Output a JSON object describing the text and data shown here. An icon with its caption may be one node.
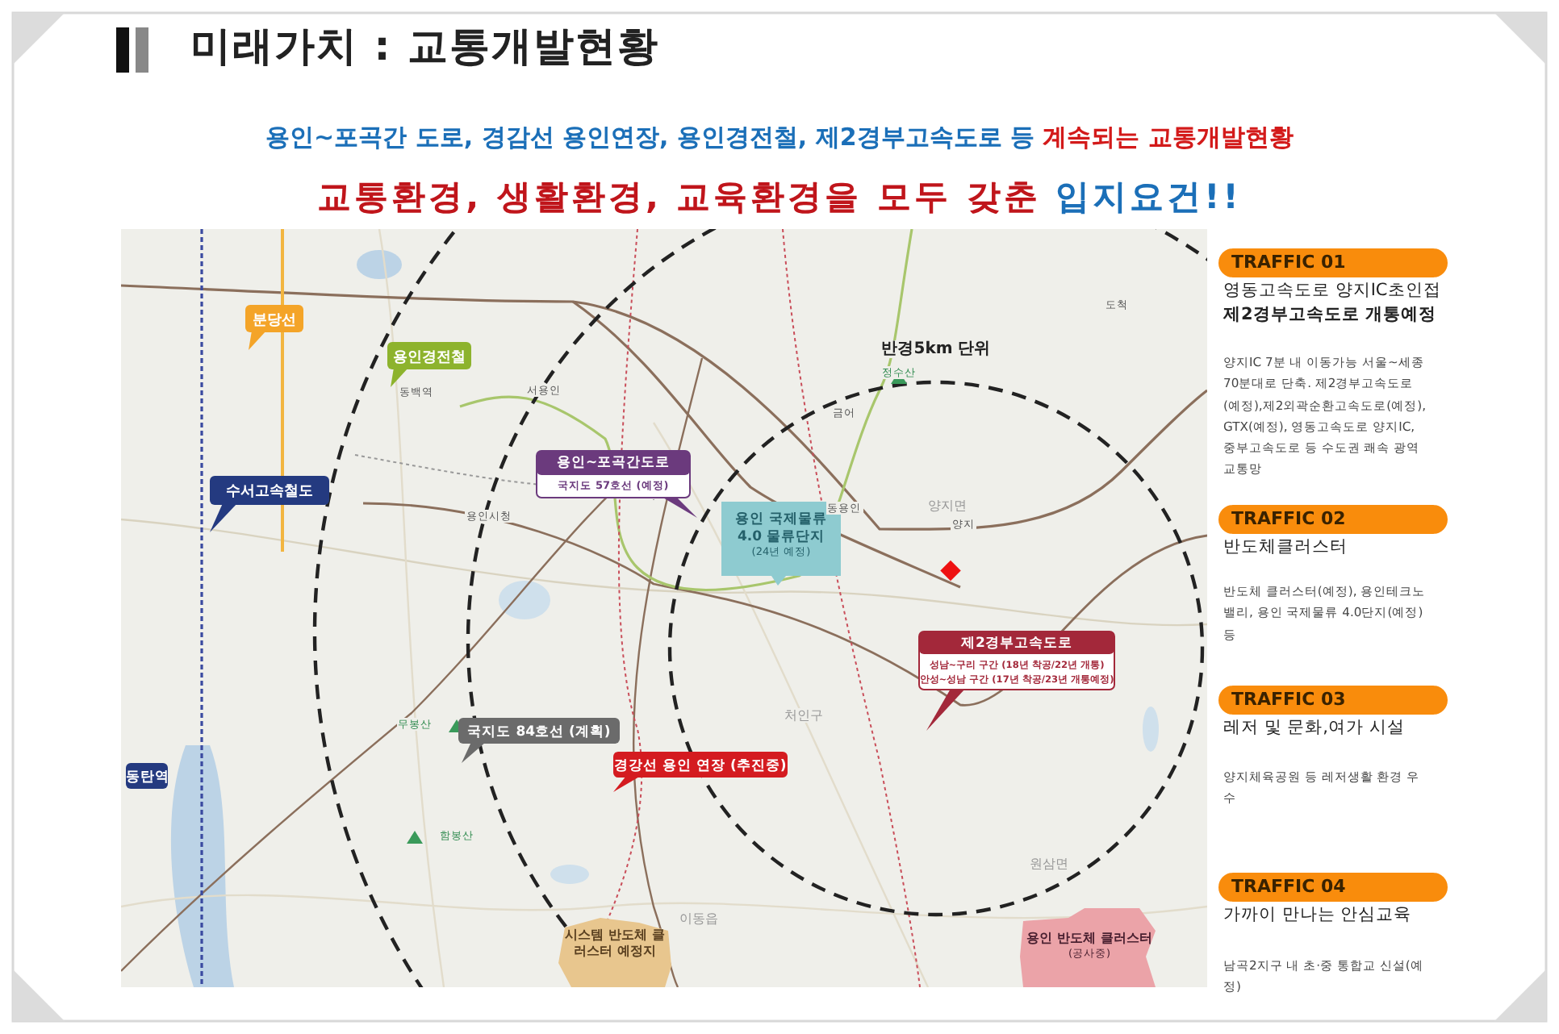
{
  "diagram": {
    "title": "미래가치 : 교통개발현황",
    "nodes": [
      {
        "text": [
          "분당선"
        ]
      },
      {
        "text": [
          "용인경전철"
        ]
      },
      {
        "text": [
          "수서고속철도"
        ]
      },
      {
        "text": [
          "용인~포곡간도로",
          "국지도 57호선 (예정)"
        ]
      },
      {
        "text": [
          "용인 국제물류4.0 물류단지",
          "(24년 예정)"
        ]
      },
      {
        "text": [
          "제2경부고속도로",
          "성남~구리 구간 (18년 착공/22년 개통)",
          "안성~성남 구간 (17년 착공/23년 개통예정)"
        ]
      },
      {
        "text": [
          "국지도 84호선 (계획)"
        ]
      },
      {
        "text": [
          "경강선 용인 연장 (추진중)"
        ]
      },
      {
        "text": [
          "동탄역"
        ]
      },
      {
        "text": [
          "시스템 반도체 클러스터 예정지"
        ]
      },
      {
        "text": [
          "용인 반도체 클러스터",
          "(공사중)"
        ]
      },
      {
        "text": [
          "TRAFFIC 01",
          "영동고속도로 양지IC초인접 **제2경부고속도로 개통예정**"
        ]
      },
      {
        "text": [
          "TRAFFIC 02",
          "반도체클러스터"
        ]
      },
      {
        "text": [
          "TRAFFIC 03",
          "레저 및 문화,여가 시설"
        ]
      },
      {
        "text": [
          "TRAFFIC 04",
          "가까이 만나는 안심교육"
        ]
      }
    ],
    "labels": [
      "용인~포곡간 도로, 경감선 용인연장, 용인경전철, 제2경부고속도로 등",
      "계속되는 교통개발현황",
      "교통환경, 생활환경, 교육환경을 모두 갖춘",
      "입지요건!!",
      "반경5km 단위",
      "처인구",
      "원삼면",
      "이동읍",
      "양지면",
      "정수산",
      "함봉산",
      "무봉산",
      "동백역",
      "서용인",
      "동용인",
      "양지",
      "금어",
      "도척",
      "용인시청",
      "양지IC 7분 내 이동가능 서울~세종 70분대로 단축. 제2경부고속도로(예정),제2외곽순환고속도로(예정), GTX(예정), 영동고속도로 양지IC, 중부고속도로 등 수도권 쾌속 광역교통망",
      "반도체 클러스터(예정), 용인테크노밸리, 용인 국제물류 4.0단지(예정) 등",
      "양지체육공원 등 레저생활 환경 우수",
      "남곡2지구 내 초·중 통합교 신설(예정)"
    ]
  }
}
